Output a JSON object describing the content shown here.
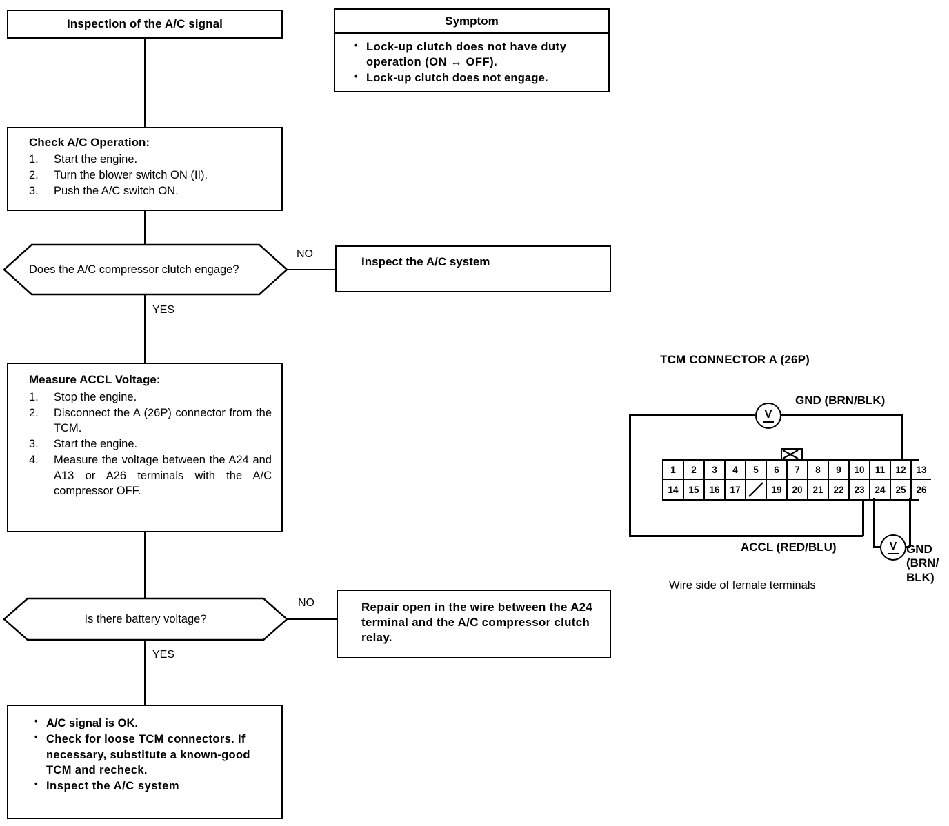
{
  "flow": {
    "title_box": {
      "text": "Inspection of the A/C signal"
    },
    "symptom_box": {
      "header": "Symptom",
      "items": [
        "Lock-up clutch does not have duty operation (ON ↔ OFF).",
        "Lock-up clutch does not engage."
      ]
    },
    "check_ac_box": {
      "heading": "Check A/C Operation:",
      "steps": [
        {
          "num": "1.",
          "text": "Start the engine."
        },
        {
          "num": "2.",
          "text": "Turn the blower switch ON (II)."
        },
        {
          "num": "3.",
          "text": "Push the A/C switch ON."
        }
      ]
    },
    "decision_1": {
      "question": "Does the A/C compressor clutch engage?",
      "no_label": "NO",
      "yes_label": "YES"
    },
    "inspect_ac_box": {
      "text": "Inspect the A/C system"
    },
    "measure_box": {
      "heading": "Measure ACCL Voltage:",
      "steps": [
        {
          "num": "1.",
          "text": "Stop the engine."
        },
        {
          "num": "2.",
          "text": "Disconnect the A (26P) connector from the TCM."
        },
        {
          "num": "3.",
          "text": "Start the engine."
        },
        {
          "num": "4.",
          "text": "Measure the voltage between the A24 and A13 or A26 terminals with the A/C compressor OFF."
        }
      ]
    },
    "decision_2": {
      "question": "Is there battery voltage?",
      "no_label": "NO",
      "yes_label": "YES"
    },
    "repair_box": {
      "text": "Repair open in the wire between the A24 terminal and the A/C compressor clutch relay."
    },
    "final_box": {
      "items": [
        "A/C signal is OK.",
        "Check for loose TCM connectors. If necessary, substitute a known-good TCM and recheck.",
        "Inspect the A/C system"
      ]
    }
  },
  "connector": {
    "title": "TCM CONNECTOR A (26P)",
    "caption": "Wire side of female terminals",
    "labels": {
      "gnd_top": "GND (BRN/BLK)",
      "accl": "ACCL (RED/BLU)",
      "gnd_bottom_l1": "GND",
      "gnd_bottom_l2": "(BRN/",
      "gnd_bottom_l3": "BLK)"
    },
    "meter_symbol": "V",
    "pins_row_top": [
      "1",
      "2",
      "3",
      "4",
      "5",
      "6",
      "7",
      "8",
      "9",
      "10",
      "11",
      "12",
      "13"
    ],
    "pins_row_bottom": [
      "14",
      "15",
      "16",
      "17",
      "",
      "19",
      "20",
      "21",
      "22",
      "23",
      "24",
      "25",
      "26"
    ],
    "blank_pin_index": 4,
    "tab_above_pin": "7",
    "probe_pins": {
      "gnd_top": "13",
      "accl": "24",
      "gnd_bottom": "26"
    }
  },
  "colors": {
    "ink": "#000000",
    "paper": "#ffffff"
  }
}
